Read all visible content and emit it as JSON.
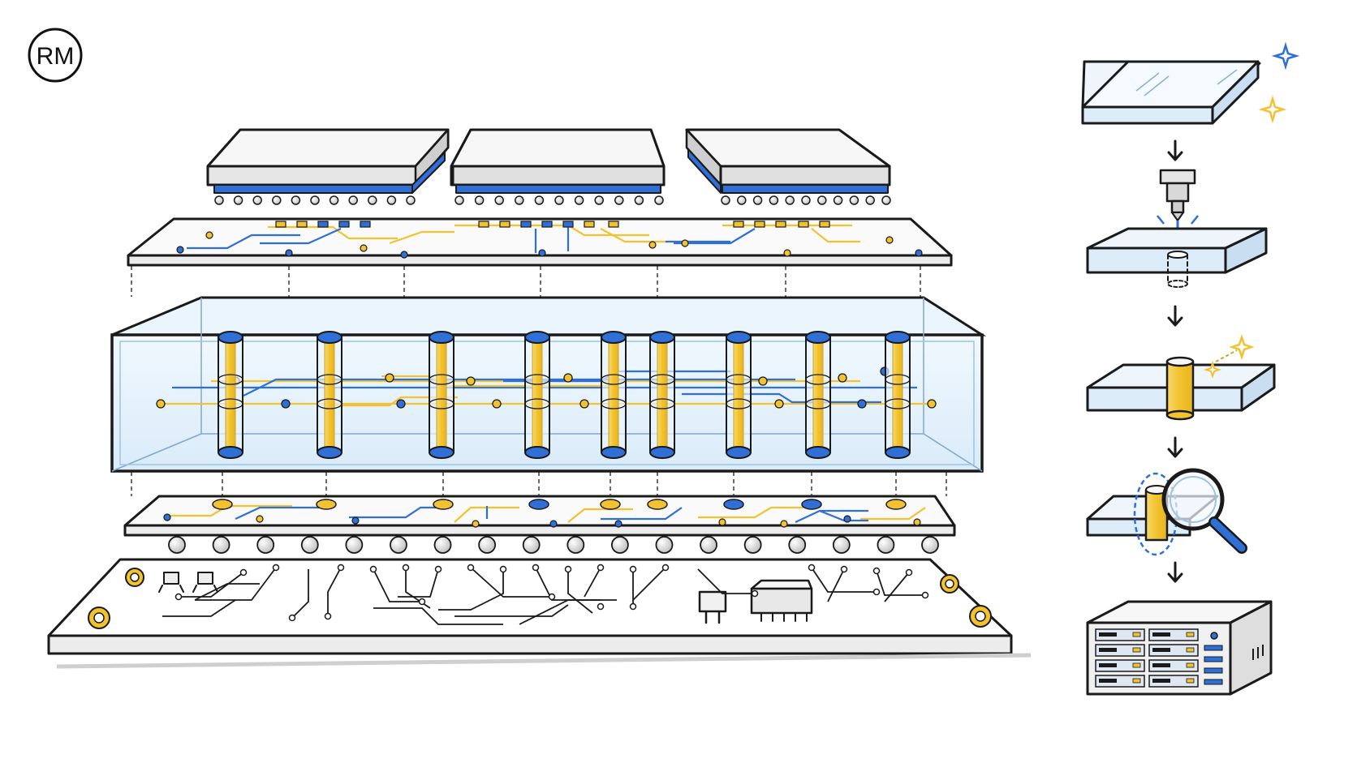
{
  "logo": {
    "text": "RM"
  },
  "colors": {
    "ink": "#1a1a1a",
    "blue": "#2f6fd6",
    "gold": "#f2c230",
    "glass": "#dceefb",
    "paper": "#ffffff",
    "board": "#f4f4f4"
  },
  "assembly": {
    "chips": 3,
    "through_vias": 9,
    "solder_balls": 18
  },
  "process_steps": [
    {
      "icon": "glass-panel-icon"
    },
    {
      "icon": "laser-drill-icon"
    },
    {
      "icon": "via-fill-icon"
    },
    {
      "icon": "inspection-magnifier-icon"
    },
    {
      "icon": "server-rack-icon"
    }
  ]
}
